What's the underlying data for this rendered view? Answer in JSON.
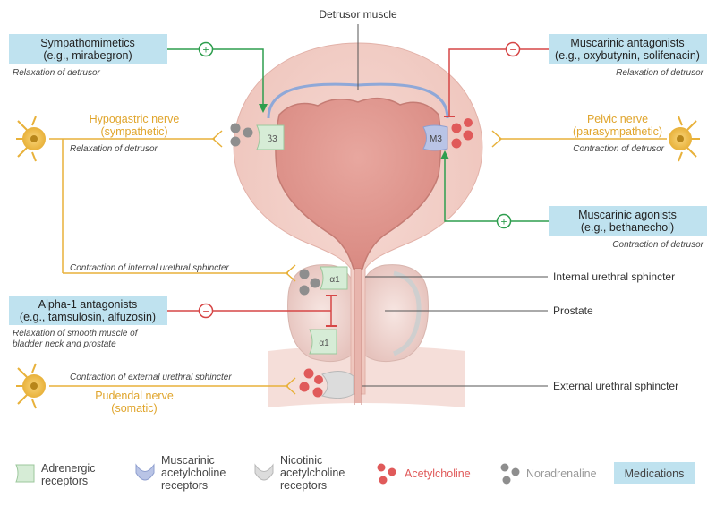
{
  "colors": {
    "nerve": "#e8b13a",
    "excitatory": "#2e9e4e",
    "inhibitory": "#d64646",
    "medication_bg": "#bfe2ef",
    "adrenergic": "#d6ecd6",
    "muscarinic": "#b9c4e6",
    "nicotinic": "#dcdcdc",
    "acetylcholine": "#e05a5a",
    "noradrenaline": "#8e8e8e"
  },
  "structures": {
    "detrusor": "Detrusor muscle",
    "internal_sphincter": "Internal urethral sphincter",
    "prostate": "Prostate",
    "external_sphincter": "External urethral sphincter"
  },
  "medications": {
    "sympathomimetics": {
      "line1": "Sympathomimetics",
      "line2": "(e.g., mirabegron)",
      "effect": "Relaxation of detrusor",
      "sign": "+"
    },
    "musc_antagonists": {
      "line1": "Muscarinic antagonists",
      "line2": "(e.g., oxybutynin, solifenacin)",
      "effect": "Relaxation of detrusor",
      "sign": "−"
    },
    "musc_agonists": {
      "line1": "Muscarinic agonists",
      "line2": "(e.g., bethanechol)",
      "effect": "Contraction of detrusor",
      "sign": "+"
    },
    "alpha1": {
      "line1": "Alpha-1 antagonists",
      "line2": "(e.g., tamsulosin, alfuzosin)",
      "effect1": "Relaxation of smooth muscle of",
      "effect2": "bladder neck and prostate",
      "sign": "−"
    }
  },
  "nerves": {
    "hypogastric": {
      "line1": "Hypogastric nerve",
      "line2": "(sympathetic)",
      "effect": "Relaxation of detrusor",
      "effect2": "Contraction of internal urethral sphincter"
    },
    "pelvic": {
      "line1": "Pelvic nerve",
      "line2": "(parasympathetic)",
      "effect": "Contraction of detrusor"
    },
    "pudendal": {
      "line1": "Pudendal nerve",
      "line2": "(somatic)",
      "effect": "Contraction of external urethral sphincter"
    }
  },
  "receptors": {
    "beta3": "β3",
    "m3": "M3",
    "alpha1_top": "α1",
    "alpha1_bottom": "α1"
  },
  "legend": {
    "adrenergic": [
      "Adrenergic",
      "receptors"
    ],
    "muscarinic": [
      "Muscarinic",
      "acetylcholine",
      "receptors"
    ],
    "nicotinic": [
      "Nicotinic",
      "acetylcholine",
      "receptors"
    ],
    "acetylcholine": "Acetylcholine",
    "noradrenaline": "Noradrenaline",
    "medications": "Medications"
  }
}
